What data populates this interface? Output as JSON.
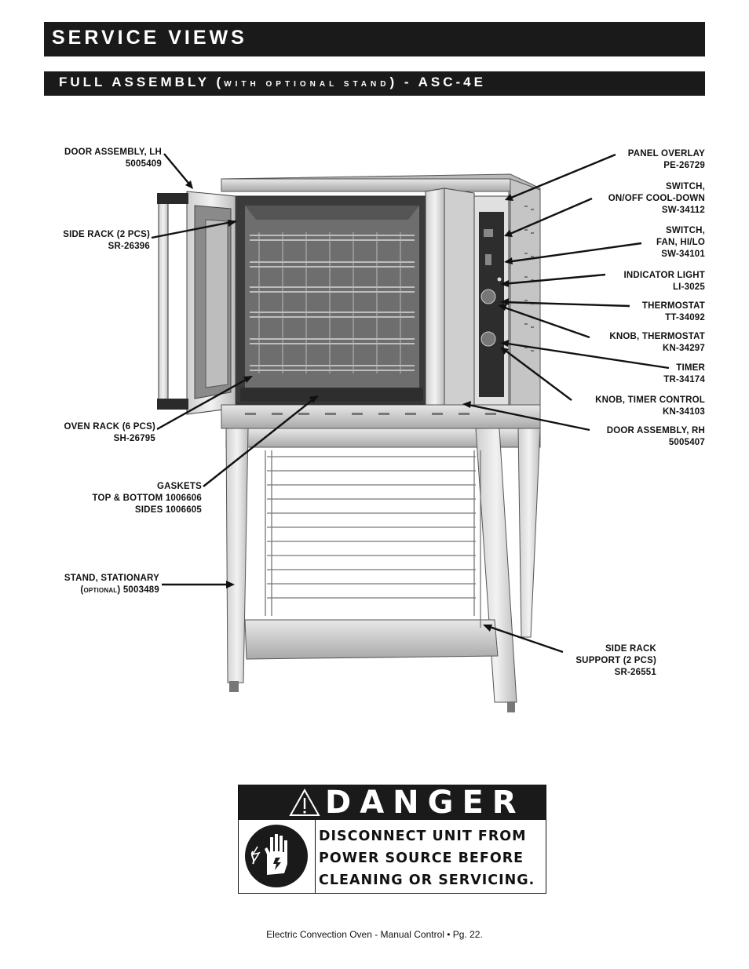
{
  "header": {
    "title": "SERVICE VIEWS"
  },
  "subheader": {
    "prefix": "FULL ASSEMBLY (",
    "small": "WITH OPTIONAL STAND",
    "suffix": ") - ASC-4E"
  },
  "labels_left": {
    "door_lh": {
      "name": "DOOR ASSEMBLY, LH",
      "part": "5005409"
    },
    "side_rack": {
      "name": "SIDE RACK (2 PCS)",
      "part": "SR-26396"
    },
    "oven_rack": {
      "name": "OVEN RACK (6 PCS)",
      "part": "SH-26795"
    },
    "gaskets": {
      "name": "GASKETS",
      "line2": "TOP & BOTTOM 1006606",
      "line3": "SIDES 1006605"
    },
    "stand": {
      "name": "STAND, STATIONARY",
      "optional": "OPTIONAL",
      "part": "5003489"
    }
  },
  "labels_right": {
    "panel_overlay": {
      "name": "PANEL OVERLAY",
      "part": "PE-26729"
    },
    "switch_onoff": {
      "name": "SWITCH,",
      "line2": "ON/OFF COOL-DOWN",
      "part": "SW-34112"
    },
    "switch_fan": {
      "name": "SWITCH,",
      "line2": "FAN, HI/LO",
      "part": "SW-34101"
    },
    "indicator": {
      "name": "INDICATOR LIGHT",
      "part": "LI-3025"
    },
    "thermostat": {
      "name": "THERMOSTAT",
      "part": "TT-34092"
    },
    "knob_thermo": {
      "name": "KNOB, THERMOSTAT",
      "part": "KN-34297"
    },
    "timer": {
      "name": "TIMER",
      "part": "TR-34174"
    },
    "knob_timer": {
      "name": "KNOB, TIMER CONTROL",
      "part": "KN-34103"
    },
    "door_rh": {
      "name": "DOOR ASSEMBLY, RH",
      "part": "5005407"
    },
    "side_rack_support": {
      "name": "SIDE RACK",
      "line2": "SUPPORT (2 PCS)",
      "part": "SR-26551"
    }
  },
  "danger": {
    "title": "DANGER",
    "lines": [
      "DISCONNECT UNIT FROM",
      "POWER SOURCE BEFORE",
      "CLEANING OR SERVICING."
    ],
    "icon": "electric-shock-hand-icon"
  },
  "footer": {
    "text": "Electric Convection Oven - Manual Control  •  Pg. 22."
  }
}
